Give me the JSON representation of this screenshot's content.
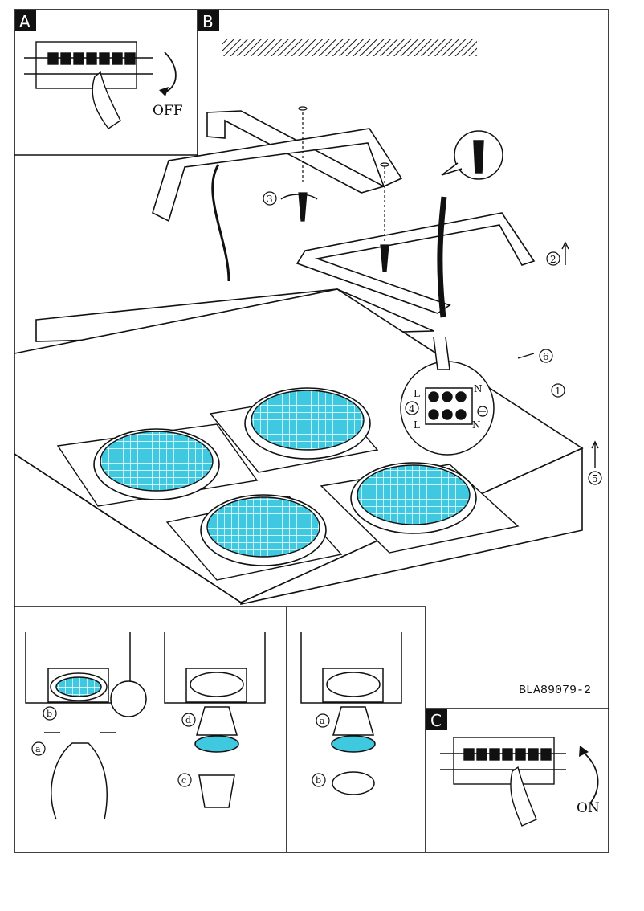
{
  "panels": {
    "a": {
      "letter": "A",
      "off_label": "OFF"
    },
    "b": {
      "letter": "B"
    },
    "c": {
      "letter": "C",
      "on_label": "ON"
    }
  },
  "doc_code": "BLA89079-2",
  "steps": {
    "s1": "1",
    "s2": "2",
    "s3": "3",
    "s4": "4",
    "s5": "5",
    "s6": "6"
  },
  "terminal": {
    "l_top": "L",
    "n_top": "N",
    "l_bottom": "L",
    "n_bottom": "N"
  },
  "bulb_steps": {
    "p1_a": "a",
    "p1_b": "b",
    "p2_c": "c",
    "p2_d": "d",
    "p3_a": "a",
    "p3_b": "b"
  },
  "colors": {
    "line": "#111111",
    "lens": "#3ec9e0",
    "label_bg": "#111111"
  }
}
